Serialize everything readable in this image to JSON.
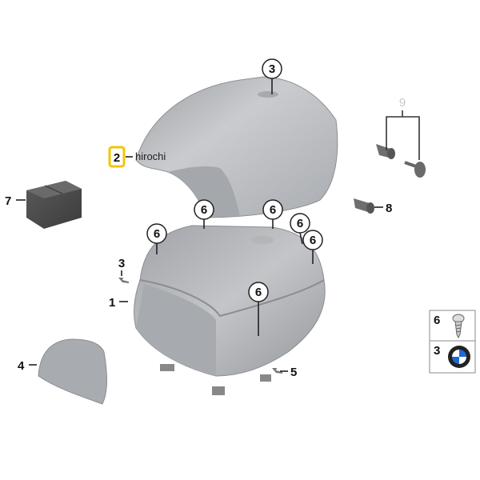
{
  "callouts": {
    "lid_3": "3",
    "lid_2": "2",
    "watermark": "hirochi",
    "box_7": "7",
    "screw_6a": "6",
    "screw_6b": "6",
    "screw_6c": "6",
    "screw_6d": "6",
    "screw_6e": "6",
    "screw_6f": "6",
    "left_3": "3",
    "case_1": "1",
    "pad_4": "4",
    "part_5": "5",
    "lock_8": "8",
    "key_set_9": "9"
  },
  "legend": {
    "row1_number": "6",
    "row1_icon": "screw-icon",
    "row2_number": "3",
    "row2_icon": "bmw-emblem-icon"
  },
  "colors": {
    "highlight": "#f2c500",
    "part_gray": "#b5b7ba",
    "label_9": "#c8c8c8",
    "bmw_blue": "#1c69d4"
  }
}
